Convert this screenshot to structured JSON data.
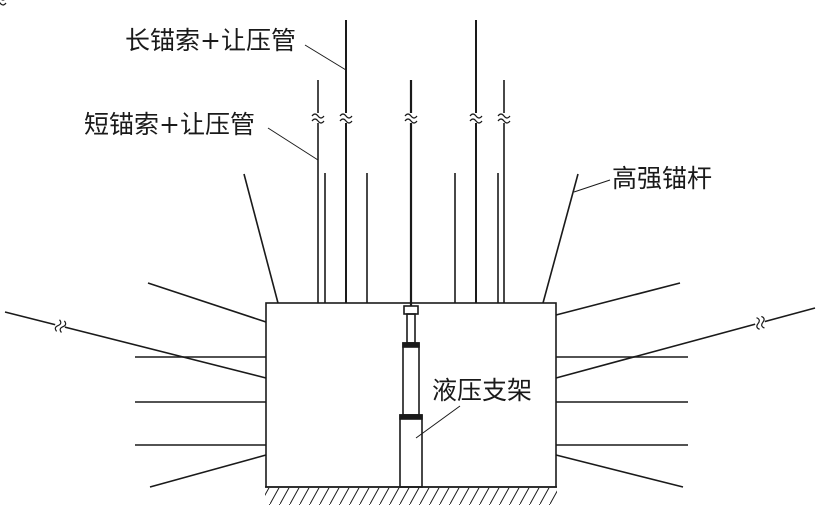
{
  "labels": {
    "long_cable": "长锚索+让压管",
    "short_cable": "短锚索+让压管",
    "bolt": "高强锚杆",
    "support": "液压支架"
  },
  "colors": {
    "line": "#1a1a1a",
    "background": "#ffffff"
  }
}
